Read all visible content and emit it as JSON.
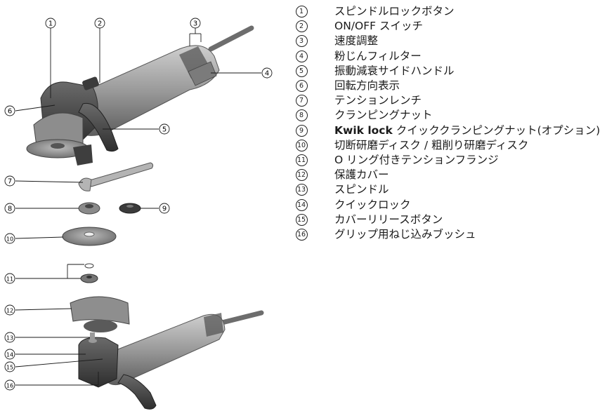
{
  "callout_numbers": [
    "1",
    "2",
    "3",
    "4",
    "5",
    "6",
    "7",
    "8",
    "9",
    "10",
    "11",
    "12",
    "13",
    "14",
    "15",
    "16"
  ],
  "legend": [
    {
      "num": "1",
      "bold": "",
      "text": "スピンドルロックボタン"
    },
    {
      "num": "2",
      "bold": "",
      "text": "ON/OFF スイッチ"
    },
    {
      "num": "3",
      "bold": "",
      "text": "速度調整"
    },
    {
      "num": "4",
      "bold": "",
      "text": "粉じんフィルター"
    },
    {
      "num": "5",
      "bold": "",
      "text": "振動減衰サイドハンドル"
    },
    {
      "num": "6",
      "bold": "",
      "text": "回転方向表示"
    },
    {
      "num": "7",
      "bold": "",
      "text": "テンションレンチ"
    },
    {
      "num": "8",
      "bold": "",
      "text": "クランピングナット"
    },
    {
      "num": "9",
      "bold": "Kwik lock",
      "text": " クイッククランピングナット(オプション)"
    },
    {
      "num": "10",
      "bold": "",
      "text": "切断研磨ディスク / 粗削り研磨ディスク"
    },
    {
      "num": "11",
      "bold": "",
      "text": "O リング付きテンションフランジ"
    },
    {
      "num": "12",
      "bold": "",
      "text": "保護カバー"
    },
    {
      "num": "13",
      "bold": "",
      "text": "スピンドル"
    },
    {
      "num": "14",
      "bold": "",
      "text": "クイックロック"
    },
    {
      "num": "15",
      "bold": "",
      "text": "カバーリリースボタン"
    },
    {
      "num": "16",
      "bold": "",
      "text": "グリップ用ねじ込みブッシュ"
    }
  ]
}
